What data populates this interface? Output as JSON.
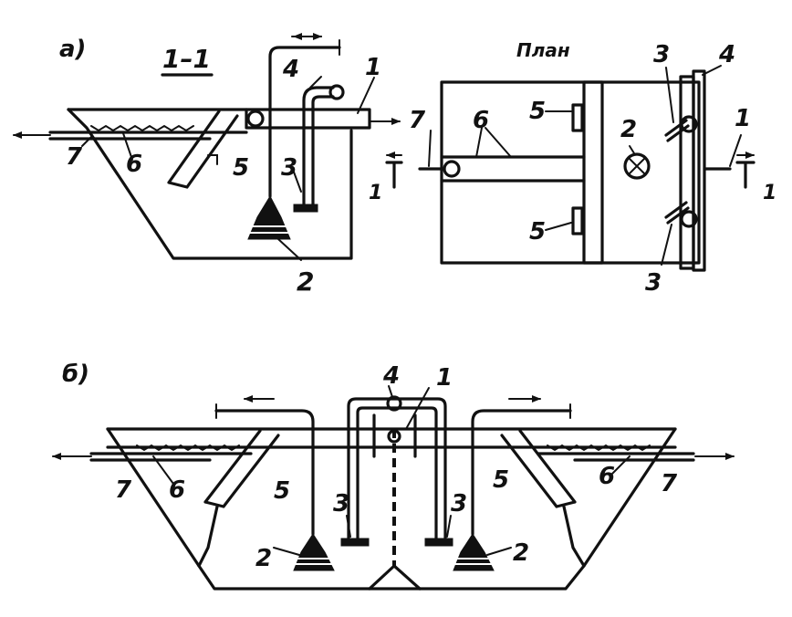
{
  "figure": {
    "panel_a_label": "а)",
    "panel_b_label": "б)",
    "section_label": "1–1",
    "plan_label": "План"
  },
  "callouts_a": [
    "1",
    "2",
    "3",
    "4",
    "5",
    "6",
    "7"
  ],
  "callouts_plan": [
    "1",
    "2",
    "3",
    "3",
    "4",
    "5",
    "5",
    "6",
    "7",
    "1",
    "1"
  ],
  "callouts_b": [
    "1",
    "2",
    "2",
    "3",
    "3",
    "4",
    "5",
    "5",
    "6",
    "6",
    "7",
    "7"
  ],
  "colors": {
    "ink": "#111111",
    "paper": "#ffffff"
  }
}
